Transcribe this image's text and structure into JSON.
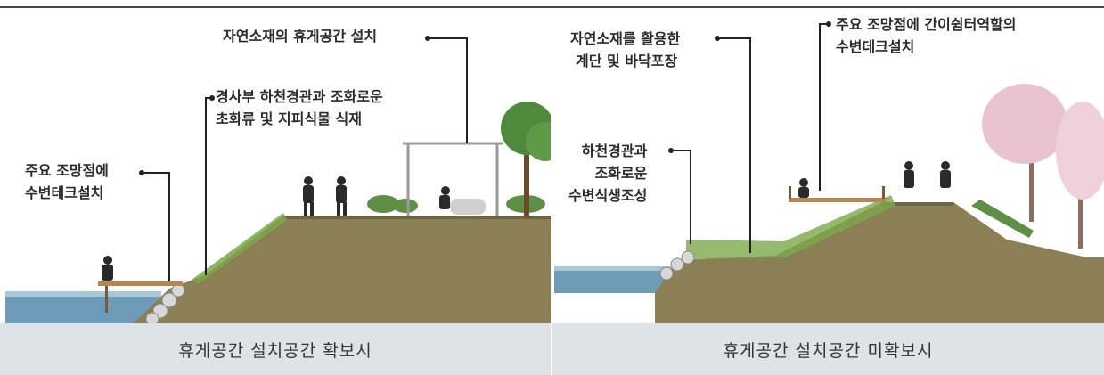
{
  "left_panel": {
    "caption": "휴게공간 설치공간 확보시",
    "callouts": {
      "rest_area": [
        "자연소재의 휴게공간 설치"
      ],
      "slope": [
        "경사부 하천경관과 조화로운",
        "초화류 및 지피식물 식재"
      ],
      "deck": [
        "주요 조망점에",
        "수변테크설치"
      ]
    }
  },
  "right_panel": {
    "caption": "휴게공간 설치공간 미확보시",
    "callouts": {
      "stairs": [
        "자연소재를 활용한",
        "계단 및 바닥포장"
      ],
      "shelter_deck": [
        "주요 조망점에 간이쉼터역할의",
        "수변데크설치"
      ],
      "riparian": [
        "하천경관과",
        "조화로운",
        "수변식생조성"
      ]
    }
  },
  "colors": {
    "ground": "#8a7f55",
    "water": "#6e9cb8",
    "grass": "#7aa84a",
    "caption_bg": "#dde3e7",
    "blossom": "#e9c3d0",
    "tree": "#4f8a3c"
  }
}
